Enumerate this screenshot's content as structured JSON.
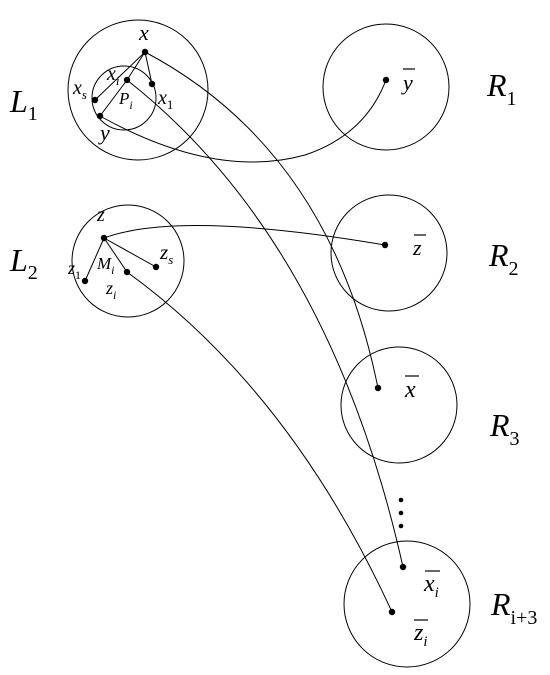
{
  "left_sets": [
    {
      "name": "L",
      "sub": "1"
    },
    {
      "name": "L",
      "sub": "2"
    }
  ],
  "right_sets": [
    {
      "name": "R",
      "sub": "1"
    },
    {
      "name": "R",
      "sub": "2"
    },
    {
      "name": "R",
      "sub": "3"
    },
    {
      "name": "R",
      "sub": "i+3"
    }
  ],
  "inner_sets": [
    {
      "name": "P",
      "sub": "i"
    },
    {
      "name": "M",
      "sub": "i"
    }
  ],
  "vertices": {
    "x": "x",
    "xs": {
      "name": "x",
      "sub": "s"
    },
    "xi": {
      "name": "x",
      "sub": "i"
    },
    "x1": {
      "name": "x",
      "sub": "1"
    },
    "y": "y",
    "z": "z",
    "z1": {
      "name": "z",
      "sub": "1"
    },
    "zi": {
      "name": "z",
      "sub": "i"
    },
    "zs": {
      "name": "z",
      "sub": "s"
    }
  },
  "copies": {
    "y_bar": "y",
    "z_bar": "z",
    "x_bar": "x",
    "xi_bar": {
      "name": "x",
      "sub": "i"
    },
    "zi_bar": {
      "name": "z",
      "sub": "i"
    }
  },
  "ellipsis": "⋮"
}
